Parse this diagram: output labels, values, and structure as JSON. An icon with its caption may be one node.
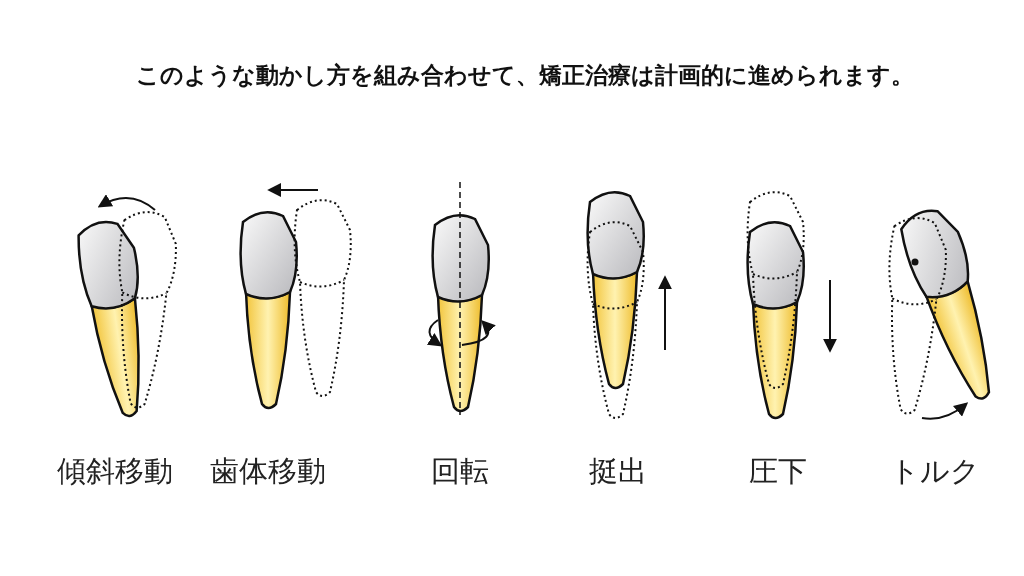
{
  "diagram": {
    "title": "このような動かし方を組み合わせて、矯正治療は計画的に進められます。",
    "labels": [
      "傾斜移動",
      "歯体移動",
      "回転",
      "挺出",
      "圧下",
      "トルク"
    ]
  }
}
